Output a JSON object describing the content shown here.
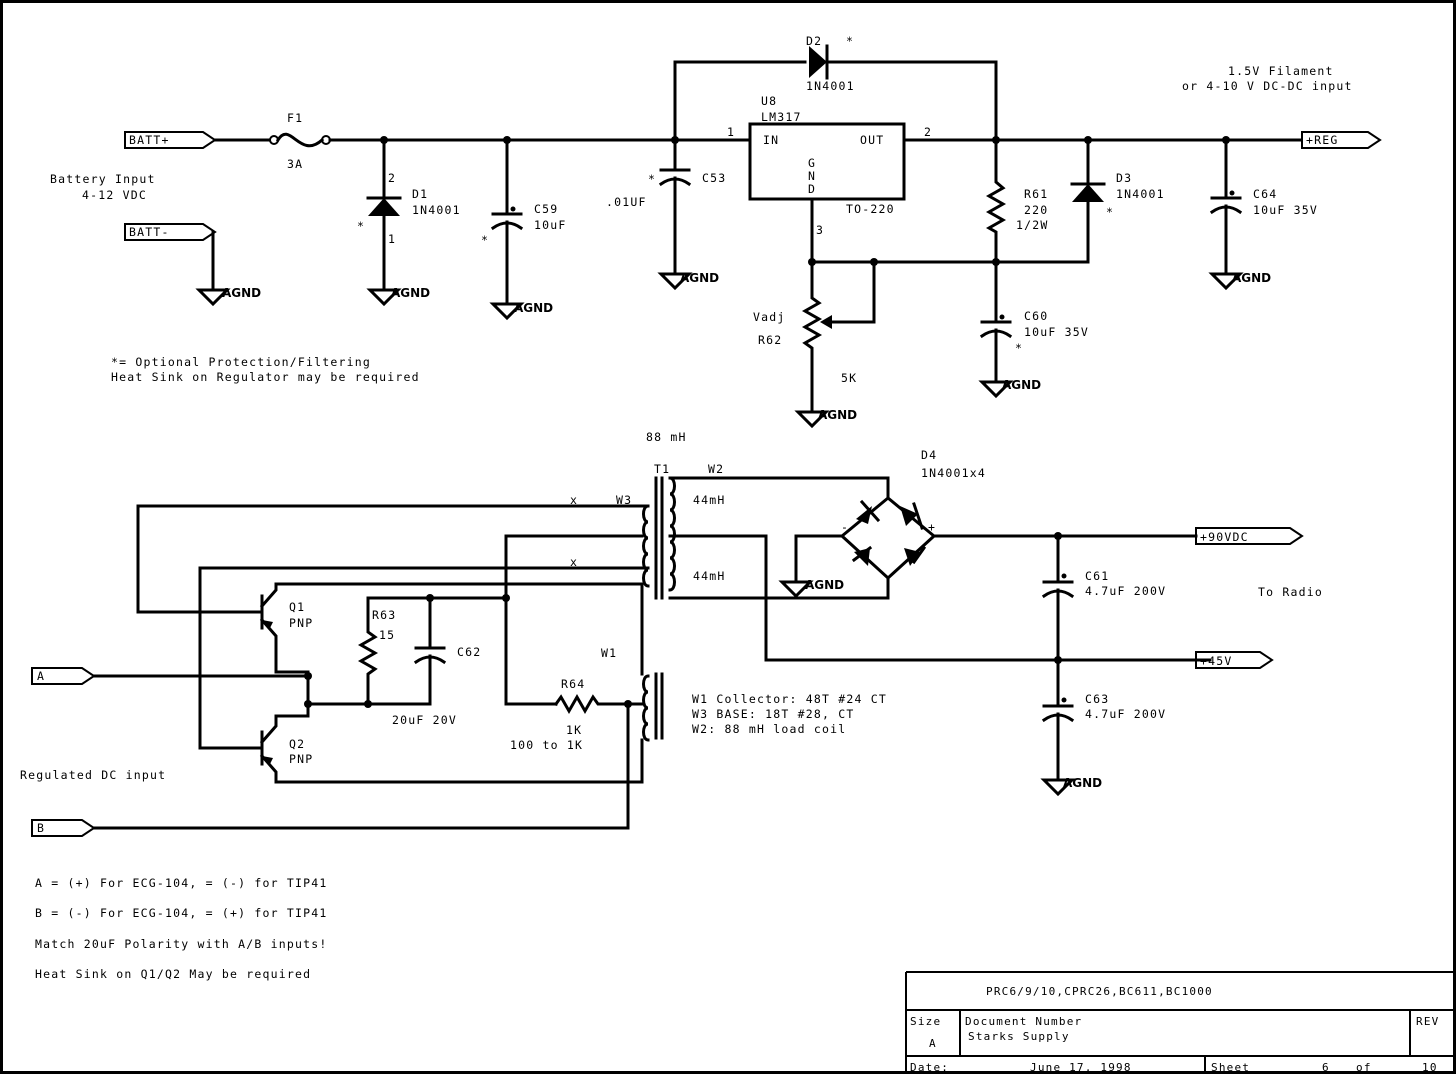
{
  "ports": {
    "batt_plus": "BATT+",
    "batt_minus": "BATT-",
    "reg": "+REG",
    "v90": "+90VDC",
    "v45": "+45V",
    "a": "A",
    "b": "B"
  },
  "ground_label": "AGND",
  "top_section": {
    "battery_input": "Battery Input",
    "battery_range": "4-12 VDC",
    "filament": "1.5V Filament",
    "dcdc_input": "or 4-10 V DC-DC input",
    "optional_note": "*= Optional Protection/Filtering",
    "heat_sink_note": "Heat Sink on Regulator may be required"
  },
  "components": {
    "f1": {
      "ref": "F1",
      "value": "3A"
    },
    "d1": {
      "ref": "D1",
      "value": "1N4001",
      "pin_top": "2",
      "pin_bottom": "1"
    },
    "c59": {
      "ref": "C59",
      "value": "10uF"
    },
    "c53": {
      "ref": "C53",
      "value": ".01UF"
    },
    "u8": {
      "ref": "U8",
      "part": "LM317",
      "in": "IN",
      "out": "OUT",
      "gnd": [
        "G",
        "N",
        "D"
      ],
      "package": "TO-220",
      "pin_in": "1",
      "pin_out": "2",
      "pin_adj": "3"
    },
    "d2": {
      "ref": "D2",
      "value": "1N4001"
    },
    "r61": {
      "ref": "R61",
      "value": "220",
      "power": "1/2W"
    },
    "d3": {
      "ref": "D3",
      "value": "1N4001"
    },
    "c64": {
      "ref": "C64",
      "value": "10uF 35V"
    },
    "c60": {
      "ref": "C60",
      "value": "10uF 35V"
    },
    "r62": {
      "ref": "R62",
      "label": "Vadj",
      "value": "5K"
    },
    "t1": {
      "ref": "T1",
      "inductance": "88 mH",
      "w1": "W1",
      "w2": "W2",
      "w3": "W3",
      "upper": "44mH",
      "lower": "44mH",
      "x": "x"
    },
    "d4": {
      "ref": "D4",
      "value": "1N4001x4"
    },
    "c61": {
      "ref": "C61",
      "value": "4.7uF 200V"
    },
    "c63": {
      "ref": "C63",
      "value": "4.7uF 200V"
    },
    "q1": {
      "ref": "Q1",
      "type": "PNP"
    },
    "q2": {
      "ref": "Q2",
      "type": "PNP"
    },
    "r63": {
      "ref": "R63",
      "value": "15"
    },
    "c62": {
      "ref": "C62",
      "value": "20uF 20V"
    },
    "r64": {
      "ref": "R64",
      "value": "1K",
      "range": "100 to 1K"
    }
  },
  "optional_mark": "*",
  "polarity_plus": "+",
  "to_radio": "To Radio",
  "regulated_input": "Regulated DC input",
  "winding_notes": [
    "W1 Collector: 48T #24 CT",
    "W3 BASE: 18T #28, CT",
    "W2: 88 mH load coil"
  ],
  "bottom_notes": [
    "A = (+) For ECG-104, = (-) for TIP41",
    "B = (-) For ECG-104, = (+) for TIP41",
    "Match 20uF Polarity with A/B inputs!",
    "Heat Sink on Q1/Q2 May be required"
  ],
  "title_block": {
    "title": "PRC6/9/10,CPRC26,BC611,BC1000",
    "size_label": "Size",
    "size": "A",
    "docnum_label": "Document Number",
    "docnum": "Starks Supply",
    "rev_label": "REV",
    "date_label": "Date:",
    "date": "June 17, 1998",
    "sheet_label": "Sheet",
    "sheet": "6",
    "of_label": "of",
    "sheets": "10"
  }
}
